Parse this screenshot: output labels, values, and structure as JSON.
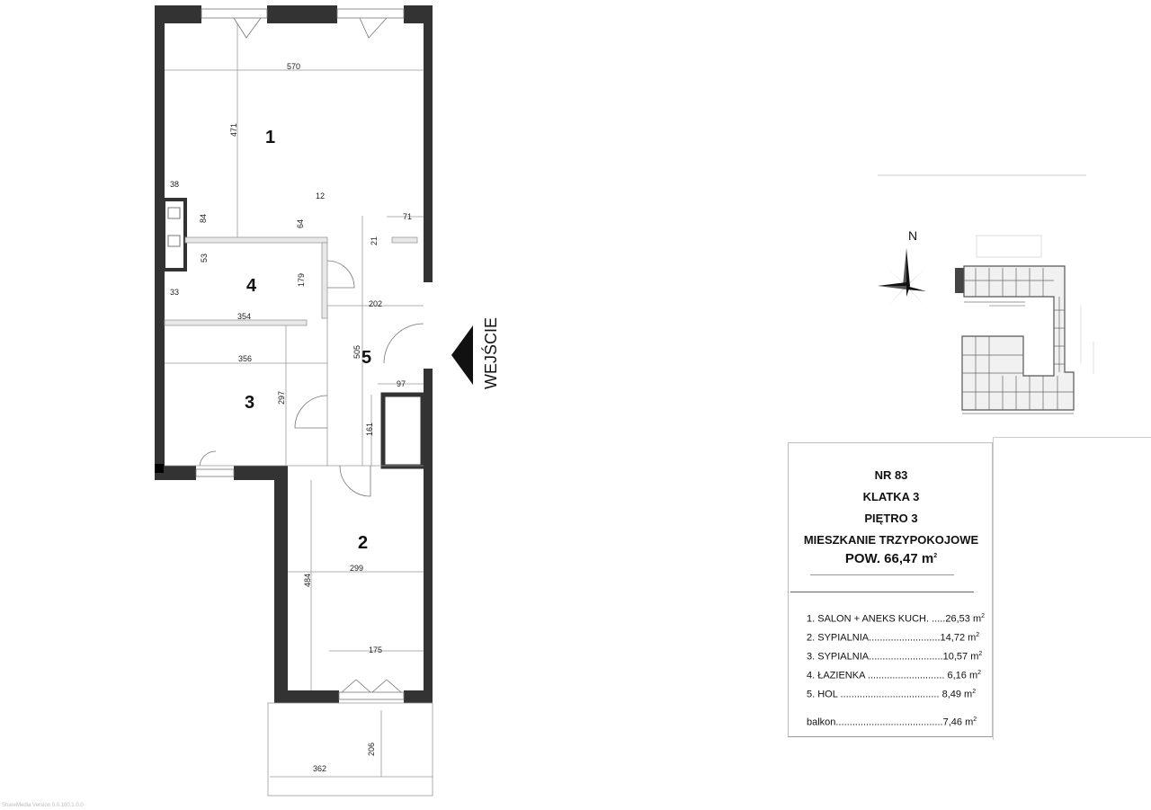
{
  "rooms": {
    "r1": "1",
    "r2": "2",
    "r3": "3",
    "r4": "4",
    "r5": "5"
  },
  "entrance_label": "WEJŚCIE",
  "north_label": "N",
  "dimensions": {
    "d570": "570",
    "d471": "471",
    "d38": "38",
    "d84": "84",
    "d12": "12",
    "d64": "64",
    "d71": "71",
    "d21": "21",
    "d53": "53",
    "d179": "179",
    "d33": "33",
    "d202": "202",
    "d354": "354",
    "d356": "356",
    "d505": "505",
    "d97": "97",
    "d297": "297",
    "d161": "161",
    "d299": "299",
    "d484": "484",
    "d175": "175",
    "d206": "206",
    "d362": "362"
  },
  "info": {
    "nr": "NR 83",
    "klatka": "KLATKA 3",
    "pietro": "PIĘTRO 3",
    "type": "MIESZKANIE TRZYPOKOJOWE",
    "area_label": "POW. 66,47 m",
    "area_sup": "2",
    "rooms": [
      {
        "label": "1. SALON + ANEKS KUCH. .....26,53 m",
        "sup": "2"
      },
      {
        "label": "2. SYPIALNIA..........................14,72 m",
        "sup": "2"
      },
      {
        "label": "3. SYPIALNIA...........................10,57 m",
        "sup": "2"
      },
      {
        "label": "4. ŁAZIENKA ............................ 6,16 m",
        "sup": "2"
      },
      {
        "label": "5. HOL .................................... 8,49 m",
        "sup": "2"
      }
    ],
    "balcony": {
      "label": "balkon.......................................7,46 m",
      "sup": "2"
    }
  },
  "watermark": "ShareMedia Version 0.0.100.1.0.0",
  "colors": {
    "wall": "#333333",
    "line": "#999999",
    "text": "#111111"
  }
}
